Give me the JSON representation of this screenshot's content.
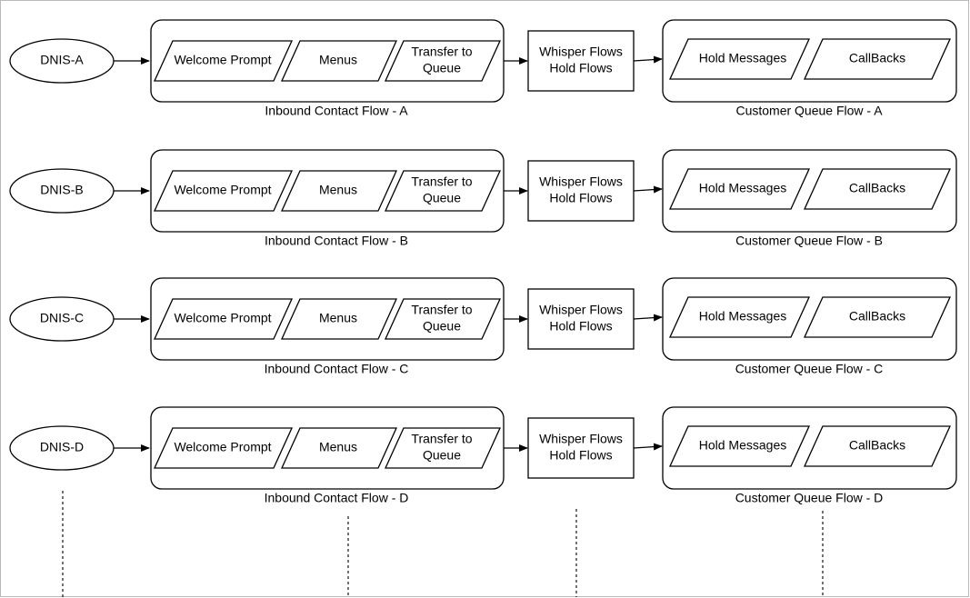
{
  "rows": [
    {
      "dnis": "DNIS-A",
      "inbound": {
        "welcome": "Welcome Prompt",
        "menus": "Menus",
        "transfer": [
          "Transfer to",
          "Queue"
        ],
        "caption": "Inbound Contact Flow - A"
      },
      "whisper": [
        "Whisper Flows",
        "Hold Flows"
      ],
      "queue": {
        "hold": "Hold Messages",
        "callbacks": "CallBacks",
        "caption": "Customer Queue Flow - A"
      }
    },
    {
      "dnis": "DNIS-B",
      "inbound": {
        "welcome": "Welcome Prompt",
        "menus": "Menus",
        "transfer": [
          "Transfer to",
          "Queue"
        ],
        "caption": "Inbound Contact Flow - B"
      },
      "whisper": [
        "Whisper Flows",
        "Hold Flows"
      ],
      "queue": {
        "hold": "Hold Messages",
        "callbacks": "CallBacks",
        "caption": "Customer Queue Flow - B"
      }
    },
    {
      "dnis": "DNIS-C",
      "inbound": {
        "welcome": "Welcome Prompt",
        "menus": "Menus",
        "transfer": [
          "Transfer to",
          "Queue"
        ],
        "caption": "Inbound Contact Flow - C"
      },
      "whisper": [
        "Whisper Flows",
        "Hold Flows"
      ],
      "queue": {
        "hold": "Hold Messages",
        "callbacks": "CallBacks",
        "caption": "Customer Queue Flow - C"
      }
    },
    {
      "dnis": "DNIS-D",
      "inbound": {
        "welcome": "Welcome Prompt",
        "menus": "Menus",
        "transfer": [
          "Transfer to",
          "Queue"
        ],
        "caption": "Inbound Contact Flow - D"
      },
      "whisper": [
        "Whisper Flows",
        "Hold Flows"
      ],
      "queue": {
        "hold": "Hold Messages",
        "callbacks": "CallBacks",
        "caption": "Customer Queue Flow - D"
      }
    }
  ],
  "colors": {
    "stroke": "#000000",
    "background": "#ffffff",
    "frame": "#b9b9b9"
  }
}
